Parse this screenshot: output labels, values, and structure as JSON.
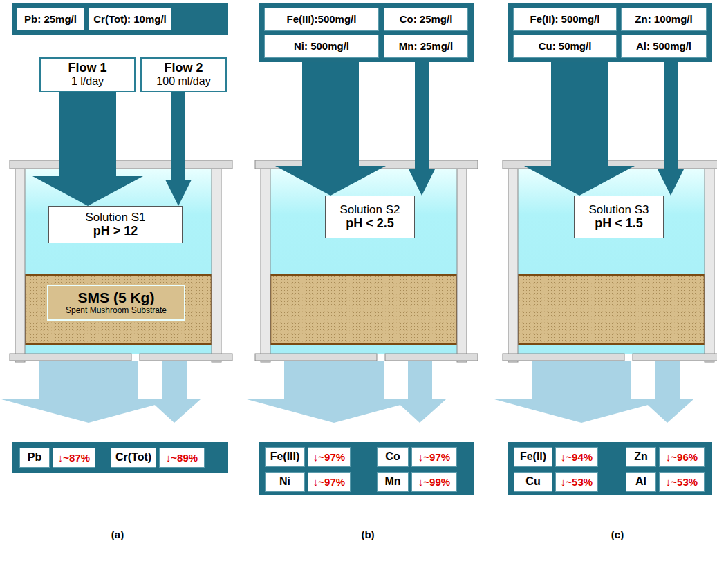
{
  "diagram": {
    "nodes": [
      {
        "text": []
      },
      {
        "text": [
          "Pb: 25mg/l"
        ],
        "in": 0
      },
      {
        "text": [
          "Cr(Tot): 10mg/l"
        ],
        "in": 0
      },
      {
        "text": [
          "Flow 1",
          "1 l/day"
        ]
      },
      {
        "text": [
          "Flow 2",
          "100 ml/day"
        ]
      },
      {
        "text": [
          "Solution S1",
          "pH > 12"
        ]
      },
      {
        "text": [
          "SMS (5 Kg)",
          "Spent Mushroom Substrate"
        ]
      },
      {
        "text": []
      },
      {
        "text": [
          "Pb"
        ],
        "in": 7
      },
      {
        "text": [
          "↓~87%"
        ],
        "in": 7
      },
      {
        "text": [
          "Cr(Tot)"
        ],
        "in": 7
      },
      {
        "text": [
          "↓~89%"
        ],
        "in": 7
      },
      {
        "text": []
      },
      {
        "text": [
          "Fe(III):500mg/l"
        ],
        "in": 12
      },
      {
        "text": [
          "Co: 25mg/l"
        ],
        "in": 12
      },
      {
        "text": [
          "Ni: 500mg/l"
        ],
        "in": 12
      },
      {
        "text": [
          "Mn: 25mg/l"
        ],
        "in": 12
      },
      {
        "text": [
          "Solution S2",
          "pH < 2.5"
        ]
      },
      {
        "text": []
      },
      {
        "text": [
          "Fe(III)"
        ],
        "in": 18
      },
      {
        "text": [
          "↓~97%"
        ],
        "in": 18
      },
      {
        "text": [
          "Co"
        ],
        "in": 18
      },
      {
        "text": [
          "↓~97%"
        ],
        "in": 18
      },
      {
        "text": [
          "Ni"
        ],
        "in": 18
      },
      {
        "text": [
          "↓~97%"
        ],
        "in": 18
      },
      {
        "text": [
          "Mn"
        ],
        "in": 18
      },
      {
        "text": [
          "↓~99%"
        ],
        "in": 18
      },
      {
        "text": []
      },
      {
        "text": [
          "Fe(II): 500mg/l"
        ],
        "in": 27
      },
      {
        "text": [
          "Zn: 100mg/l"
        ],
        "in": 27
      },
      {
        "text": [
          "Cu: 50mg/l"
        ],
        "in": 27
      },
      {
        "text": [
          "Al: 500mg/l"
        ],
        "in": 27
      },
      {
        "text": [
          "Solution S3",
          "pH < 1.5"
        ]
      },
      {
        "text": []
      },
      {
        "text": [
          "Fe(II)"
        ],
        "in": 33
      },
      {
        "text": [
          "↓~94%"
        ],
        "in": 33
      },
      {
        "text": [
          "Zn"
        ],
        "in": 33
      },
      {
        "text": [
          "↓~96%"
        ],
        "in": 33
      },
      {
        "text": [
          "Cu"
        ],
        "in": 33
      },
      {
        "text": [
          "↓~53%"
        ],
        "in": 33
      },
      {
        "text": [
          "Al"
        ],
        "in": 33
      },
      {
        "text": [
          "↓~53%"
        ],
        "in": 33
      }
    ],
    "edges": [
      {
        "from": 3,
        "to": 5,
        "arrow": "to"
      },
      {
        "from": 4,
        "to": 5,
        "arrow": "to"
      },
      {
        "from": 12,
        "to": 17,
        "arrow": "to"
      },
      {
        "from": 12,
        "to": 17,
        "arrow": "to"
      },
      {
        "from": 27,
        "to": 32,
        "arrow": "to"
      },
      {
        "from": 27,
        "to": 32,
        "arrow": "to"
      }
    ],
    "labels": [
      "(a)",
      "(b)",
      "(c)"
    ]
  }
}
